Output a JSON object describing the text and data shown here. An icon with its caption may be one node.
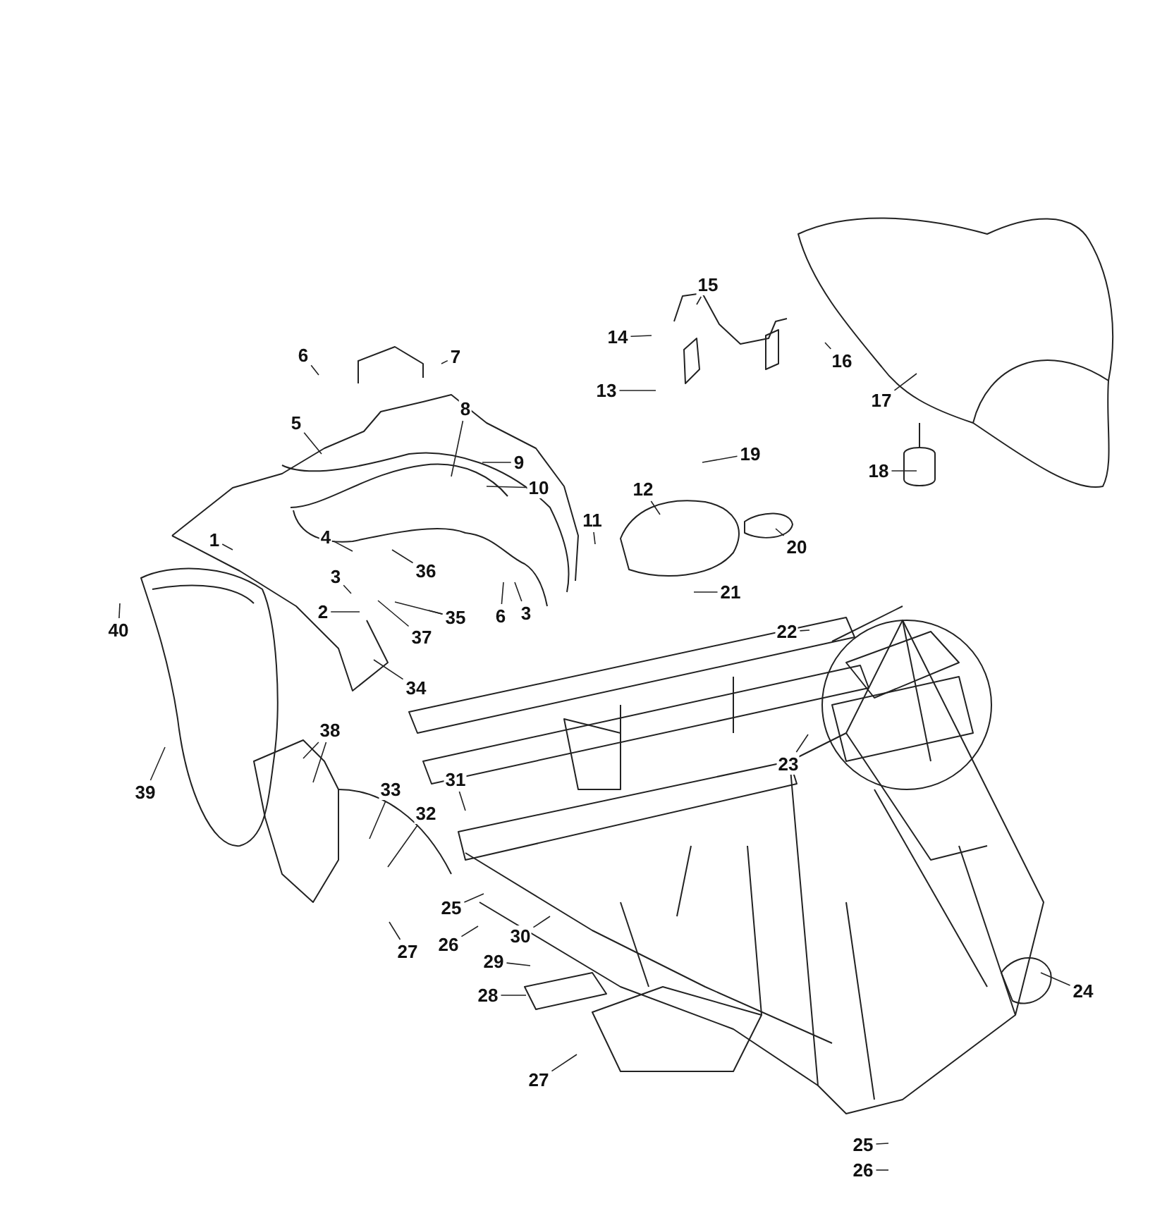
{
  "diagram": {
    "nodes": [
      {
        "text": [
          "7"
        ]
      },
      {
        "text": [
          "6"
        ]
      },
      {
        "text": [
          "14"
        ]
      },
      {
        "text": [
          "13"
        ]
      },
      {
        "text": [
          "15"
        ]
      },
      {
        "text": [
          "16"
        ]
      },
      {
        "text": [
          "17"
        ]
      },
      {
        "text": [
          "8"
        ]
      },
      {
        "text": [
          "5"
        ]
      },
      {
        "text": [
          "9"
        ]
      },
      {
        "text": [
          "19"
        ]
      },
      {
        "text": [
          "18"
        ]
      },
      {
        "text": [
          "10"
        ]
      },
      {
        "text": [
          "12"
        ]
      },
      {
        "text": [
          "11"
        ]
      },
      {
        "text": [
          "1"
        ]
      },
      {
        "text": [
          "4"
        ]
      },
      {
        "text": [
          "20"
        ]
      },
      {
        "text": [
          "3"
        ]
      },
      {
        "text": [
          "36"
        ]
      },
      {
        "text": [
          "21"
        ]
      },
      {
        "text": [
          "2"
        ]
      },
      {
        "text": [
          "35"
        ]
      },
      {
        "text": [
          "3"
        ]
      },
      {
        "text": [
          "6"
        ]
      },
      {
        "text": [
          "40"
        ]
      },
      {
        "text": [
          "37"
        ]
      },
      {
        "text": [
          "22"
        ]
      },
      {
        "text": [
          "34"
        ]
      },
      {
        "text": [
          "38"
        ]
      },
      {
        "text": [
          "23"
        ]
      },
      {
        "text": [
          "31"
        ]
      },
      {
        "text": [
          "39"
        ]
      },
      {
        "text": [
          "33"
        ]
      },
      {
        "text": [
          "32"
        ]
      },
      {
        "text": [
          "25"
        ]
      },
      {
        "text": [
          "30"
        ]
      },
      {
        "text": [
          "26"
        ]
      },
      {
        "text": [
          "27"
        ]
      },
      {
        "text": [
          "29"
        ]
      },
      {
        "text": [
          "24"
        ]
      },
      {
        "text": [
          "28"
        ]
      },
      {
        "text": [
          "27"
        ]
      },
      {
        "text": [
          "25"
        ]
      },
      {
        "text": [
          "26"
        ]
      }
    ],
    "edges": [
      {
        "from": 0,
        "to": null,
        "arrow": "none"
      },
      {
        "from": 1,
        "to": null,
        "arrow": "none"
      },
      {
        "from": 2,
        "to": null,
        "arrow": "none"
      },
      {
        "from": 3,
        "to": null,
        "arrow": "none"
      },
      {
        "from": 4,
        "to": null,
        "arrow": "none"
      },
      {
        "from": 5,
        "to": null,
        "arrow": "none"
      },
      {
        "from": 6,
        "to": null,
        "arrow": "none"
      },
      {
        "from": 7,
        "to": null,
        "arrow": "none"
      },
      {
        "from": 8,
        "to": null,
        "arrow": "none"
      },
      {
        "from": 9,
        "to": null,
        "arrow": "none"
      },
      {
        "from": 10,
        "to": null,
        "arrow": "none"
      },
      {
        "from": 11,
        "to": null,
        "arrow": "none"
      },
      {
        "from": 12,
        "to": null,
        "arrow": "none"
      },
      {
        "from": 13,
        "to": null,
        "arrow": "none"
      },
      {
        "from": 14,
        "to": null,
        "arrow": "none"
      },
      {
        "from": 15,
        "to": null,
        "arrow": "none"
      },
      {
        "from": 16,
        "to": null,
        "arrow": "none"
      },
      {
        "from": 17,
        "to": null,
        "arrow": "none"
      },
      {
        "from": 18,
        "to": null,
        "arrow": "none"
      },
      {
        "from": 19,
        "to": null,
        "arrow": "none"
      },
      {
        "from": 20,
        "to": null,
        "arrow": "none"
      },
      {
        "from": 21,
        "to": null,
        "arrow": "none"
      },
      {
        "from": 22,
        "to": null,
        "arrow": "none"
      },
      {
        "from": 22,
        "to": null,
        "arrow": "none"
      },
      {
        "from": 23,
        "to": null,
        "arrow": "none"
      },
      {
        "from": 24,
        "to": null,
        "arrow": "none"
      },
      {
        "from": 25,
        "to": null,
        "arrow": "none"
      },
      {
        "from": 26,
        "to": null,
        "arrow": "none"
      },
      {
        "from": 27,
        "to": null,
        "arrow": "none"
      },
      {
        "from": 28,
        "to": null,
        "arrow": "none"
      },
      {
        "from": 29,
        "to": null,
        "arrow": "none"
      },
      {
        "from": 29,
        "to": null,
        "arrow": "none"
      },
      {
        "from": 30,
        "to": null,
        "arrow": "none"
      },
      {
        "from": 31,
        "to": null,
        "arrow": "none"
      },
      {
        "from": 32,
        "to": null,
        "arrow": "none"
      },
      {
        "from": 33,
        "to": null,
        "arrow": "none"
      },
      {
        "from": 34,
        "to": null,
        "arrow": "none"
      },
      {
        "from": 35,
        "to": null,
        "arrow": "none"
      },
      {
        "from": 36,
        "to": null,
        "arrow": "none"
      },
      {
        "from": 37,
        "to": null,
        "arrow": "none"
      },
      {
        "from": 38,
        "to": null,
        "arrow": "none"
      },
      {
        "from": 39,
        "to": null,
        "arrow": "none"
      },
      {
        "from": 40,
        "to": null,
        "arrow": "none"
      },
      {
        "from": 41,
        "to": null,
        "arrow": "none"
      },
      {
        "from": 42,
        "to": null,
        "arrow": "none"
      },
      {
        "from": 43,
        "to": null,
        "arrow": "none"
      },
      {
        "from": 44,
        "to": null,
        "arrow": "none"
      }
    ]
  }
}
